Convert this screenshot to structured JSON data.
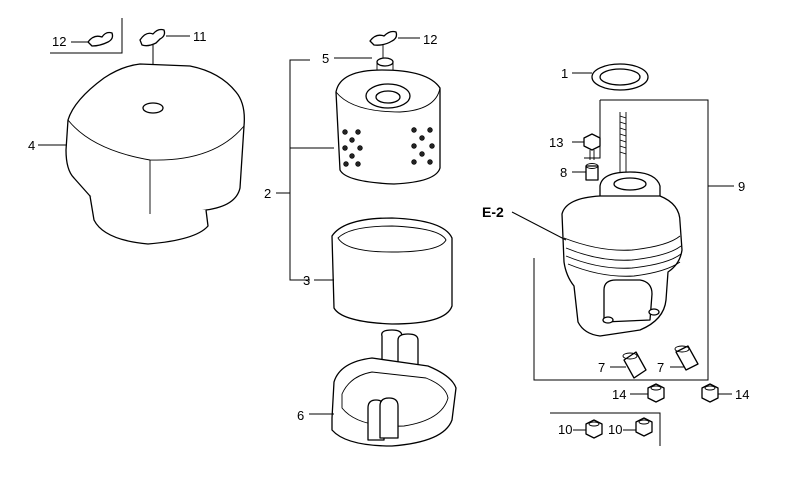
{
  "diagram": {
    "callouts": {
      "c12a": "12",
      "c11": "11",
      "c12b": "12",
      "c5": "5",
      "c1": "1",
      "c4": "4",
      "c2": "2",
      "c13": "13",
      "c8": "8",
      "c9": "9",
      "e2": "E-2",
      "c3": "3",
      "c6": "6",
      "c7a": "7",
      "c7b": "7",
      "c14a": "14",
      "c14b": "14",
      "c10a": "10",
      "c10b": "10"
    }
  }
}
